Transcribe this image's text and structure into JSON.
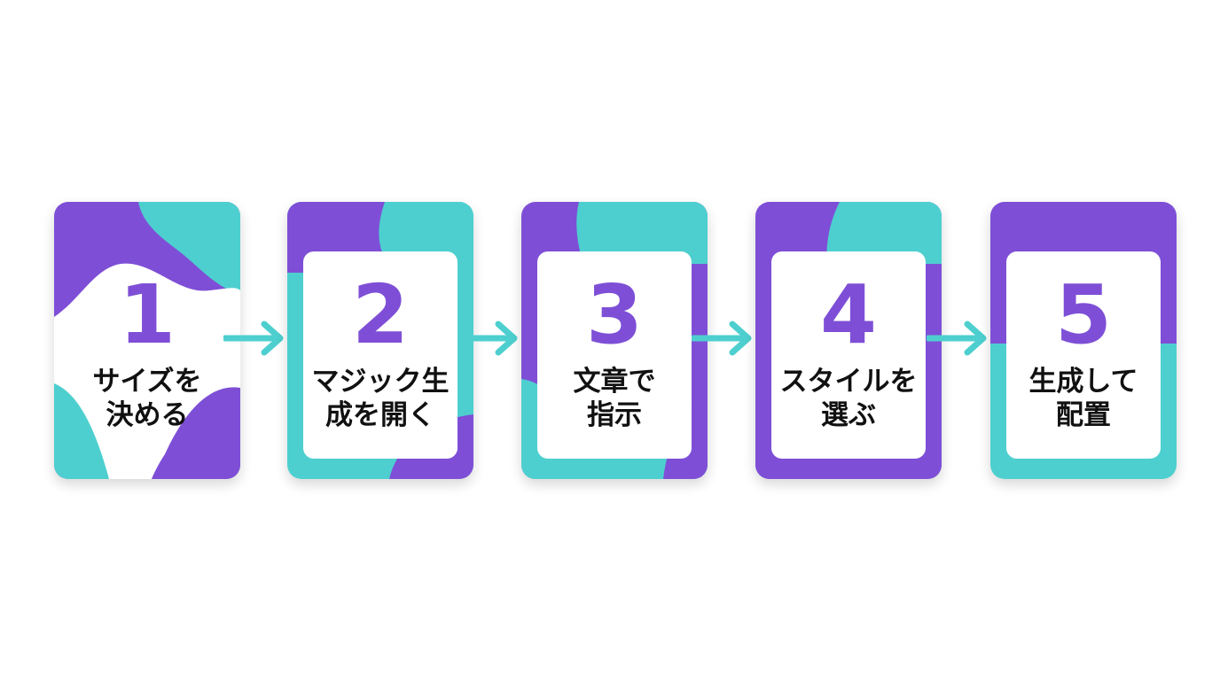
{
  "colors": {
    "purple": "#7E4FD6",
    "teal": "#4ECFCF",
    "text": "#111111",
    "background": "#FFFFFF"
  },
  "steps": [
    {
      "number": "1",
      "line1": "サイズを",
      "line2": "決める"
    },
    {
      "number": "2",
      "line1": "マジック生",
      "line2": "成を開く"
    },
    {
      "number": "3",
      "line1": "文章で",
      "line2": "指示"
    },
    {
      "number": "4",
      "line1": "スタイルを",
      "line2": "選ぶ"
    },
    {
      "number": "5",
      "line1": "生成して",
      "line2": "配置"
    }
  ],
  "connector_icon": "arrow-right-icon"
}
